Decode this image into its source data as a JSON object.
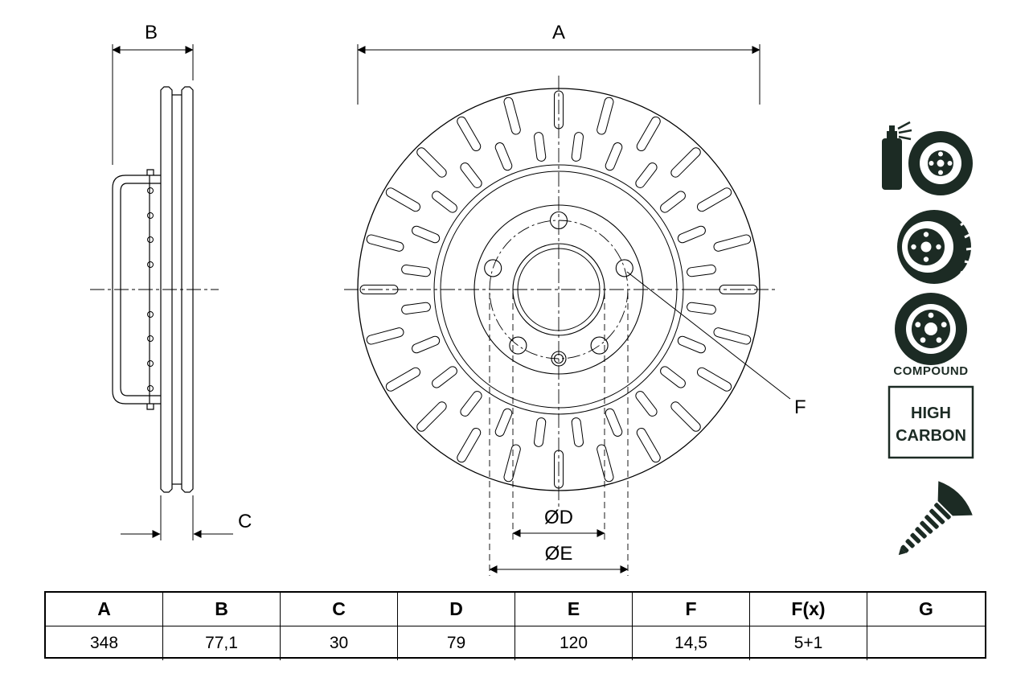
{
  "drawing": {
    "dim_a": "A",
    "dim_b": "B",
    "dim_c": "C",
    "dim_d": "ØD",
    "dim_e": "ØE",
    "dim_f": "F"
  },
  "icons": {
    "compound_label": "COMPOUND",
    "high_carbon_line1": "HIGH",
    "high_carbon_line2": "CARBON"
  },
  "table": {
    "headers": [
      "A",
      "B",
      "C",
      "D",
      "E",
      "F",
      "F(x)",
      "G"
    ],
    "values": [
      "348",
      "77,1",
      "30",
      "79",
      "120",
      "14,5",
      "5+1",
      ""
    ]
  },
  "colors": {
    "line": "#000000",
    "icon": "#1c2b24"
  }
}
